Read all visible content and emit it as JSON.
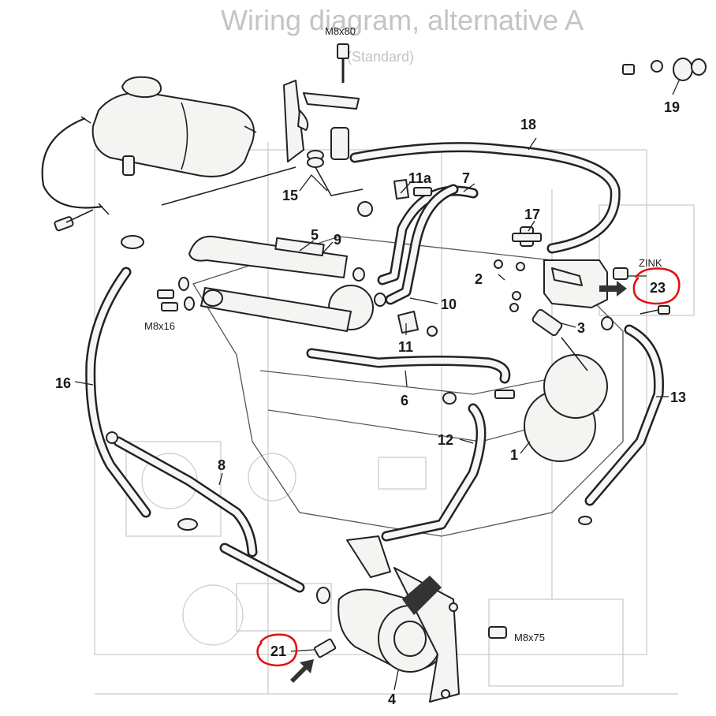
{
  "background_text": {
    "header": "Wiring diagram, alternative A",
    "subheader": "(Standard)"
  },
  "callouts": {
    "c1": "1",
    "c2": "2",
    "c3": "3",
    "c4": "4",
    "c5": "5",
    "c6": "6",
    "c7": "7",
    "c8": "8",
    "c9": "9",
    "c10": "10",
    "c11": "11",
    "c11a": "11a",
    "c12": "12",
    "c13": "13",
    "c15": "15",
    "c16": "16",
    "c17": "17",
    "c18": "18",
    "c19": "19",
    "c21": "21",
    "c23": "23"
  },
  "specs": {
    "bolt_top": "M8x80",
    "bolt_left": "M8x16",
    "bolt_pump": "M8x75",
    "zink": "ZINK"
  },
  "highlight_color": "#e01010"
}
